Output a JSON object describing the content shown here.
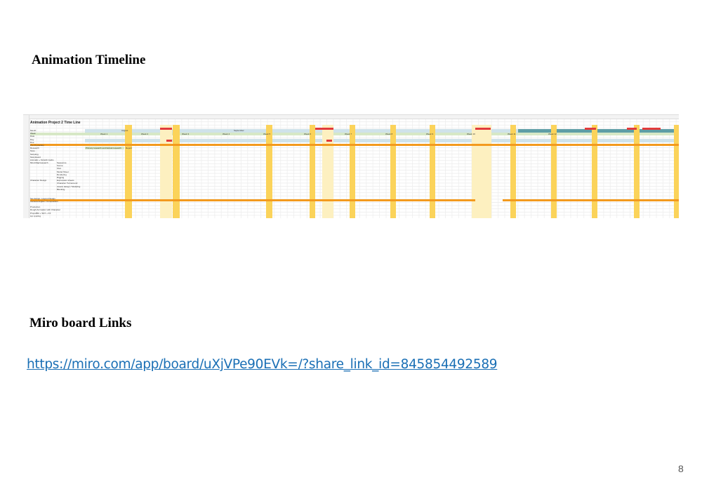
{
  "timeline_heading": "Animation Timeline",
  "sheet": {
    "title": "Animation Project 2 Time Line",
    "row_labels": [
      "Month",
      "Week",
      "Date",
      "Day",
      "Due",
      "Pre Production",
      "Research",
      "Story",
      "Scripting",
      "Storyboard",
      "Animatic + Scratch Audio",
      "Mind Map/research",
      "",
      "",
      "",
      "",
      "",
      "Character Design",
      "",
      "",
      "",
      "",
      "",
      "Set design / Layout Design",
      "Camera Angles / Composition",
      "",
      "Production",
      "Rough Animation with Character",
      "Props/BG + SFX + FX",
      "Lip syncing",
      "Texturing",
      "Final Sound"
    ],
    "sub_labels": [
      "Sequence",
      "Scene",
      "Shot",
      "Model Sheet",
      "Rendering",
      "Rigging",
      "Expression sheets",
      "Character Turnaround",
      "Assets design / Modeling",
      "Blocking"
    ],
    "month": "August",
    "month2": "September",
    "weeks": [
      "Week 1",
      "Week 2",
      "Week 3",
      "Week 4",
      "Week 5",
      "Week 6",
      "Week 7",
      "Week 8",
      "Week 9",
      "Week 10",
      "Week 11",
      "Week 12"
    ],
    "note": "Primary research and factual research",
    "note2": "Report"
  },
  "miro_heading": "Miro board Links",
  "miro_link": "https://miro.com/app/board/uXjVPe90EVk=/?share_link_id=845854492589",
  "page_number": "8"
}
